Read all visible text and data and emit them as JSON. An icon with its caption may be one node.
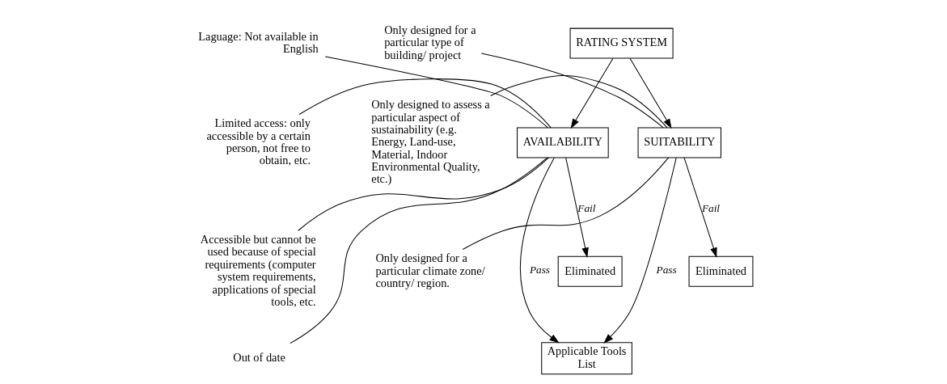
{
  "diagram": {
    "nodes": [
      {
        "text": [
          "RATING SYSTEM"
        ]
      },
      {
        "text": [
          "AVAILABILITY"
        ]
      },
      {
        "text": [
          "SUITABILITY"
        ]
      },
      {
        "text": [
          "Eliminated"
        ]
      },
      {
        "text": [
          "Eliminated"
        ]
      },
      {
        "text": [
          "Applicable Tools List"
        ]
      },
      {
        "text": [
          "Laguage: Not available in English"
        ]
      },
      {
        "text": [
          "Limited access: only accessible by a certain person, not free to obtain, etc."
        ]
      },
      {
        "text": [
          "Accessible but cannot be used because of special requirements (computer system requirements, applications of special tools, etc."
        ]
      },
      {
        "text": [
          "Out of date"
        ]
      },
      {
        "text": [
          "Only designed for a particular type of building/ project"
        ]
      },
      {
        "text": [
          "Only designed to assess a particular aspect of sustainability (e.g. Energy, Land-use, Material, Indoor Environmental Quality, etc.)"
        ]
      },
      {
        "text": [
          "Only designed for a particular climate zone/ country/ region."
        ]
      }
    ],
    "edges": [
      {
        "from": 0,
        "to": 1,
        "arrow": "to"
      },
      {
        "from": 0,
        "to": 2,
        "arrow": "to"
      },
      {
        "from": 1,
        "to": 3,
        "arrow": "to",
        "label": "Fail"
      },
      {
        "from": 1,
        "to": 5,
        "arrow": "to",
        "label": "Pass"
      },
      {
        "from": 2,
        "to": 5,
        "arrow": "to",
        "label": "Pass"
      },
      {
        "from": 2,
        "to": 4,
        "arrow": "to",
        "label": "Fail"
      },
      {
        "from": 6,
        "to": 1,
        "arrow": "none"
      },
      {
        "from": 7,
        "to": 1,
        "arrow": "none"
      },
      {
        "from": 8,
        "to": 1,
        "arrow": "none"
      },
      {
        "from": 9,
        "to": 1,
        "arrow": "none"
      },
      {
        "from": 2,
        "to": 10,
        "arrow": "none"
      },
      {
        "from": 2,
        "to": 11,
        "arrow": "none"
      },
      {
        "from": 2,
        "to": 12,
        "arrow": "none"
      }
    ]
  }
}
